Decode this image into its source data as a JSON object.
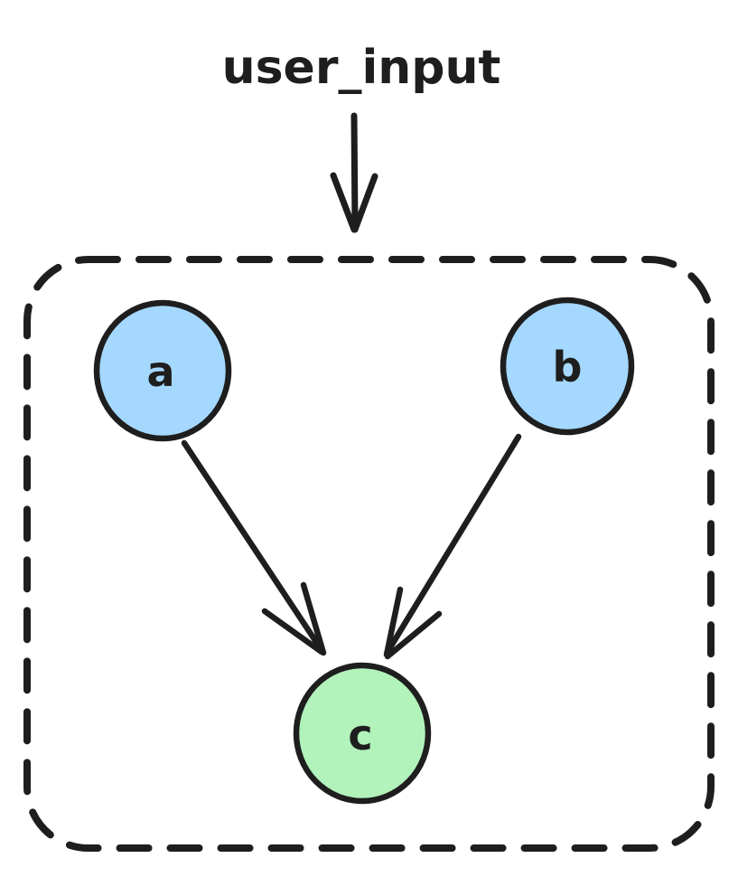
{
  "diagram": {
    "title_label": "user_input",
    "background": "#ffffff",
    "stroke_color": "#1e1e1e",
    "container": {
      "name": "dashed-group-boundary",
      "border_style": "dashed",
      "shape": "rounded-rectangle"
    },
    "nodes": [
      {
        "id": "a",
        "label": "a",
        "fill": "#a5d8ff",
        "shape": "circle"
      },
      {
        "id": "b",
        "label": "b",
        "fill": "#a5d8ff",
        "shape": "circle"
      },
      {
        "id": "c",
        "label": "c",
        "fill": "#b2f2bb",
        "shape": "circle"
      }
    ],
    "edges": [
      {
        "from": "user_input",
        "to": "dashed-group-boundary",
        "type": "arrow"
      },
      {
        "from": "a",
        "to": "c",
        "type": "arrow"
      },
      {
        "from": "b",
        "to": "c",
        "type": "arrow"
      }
    ]
  }
}
